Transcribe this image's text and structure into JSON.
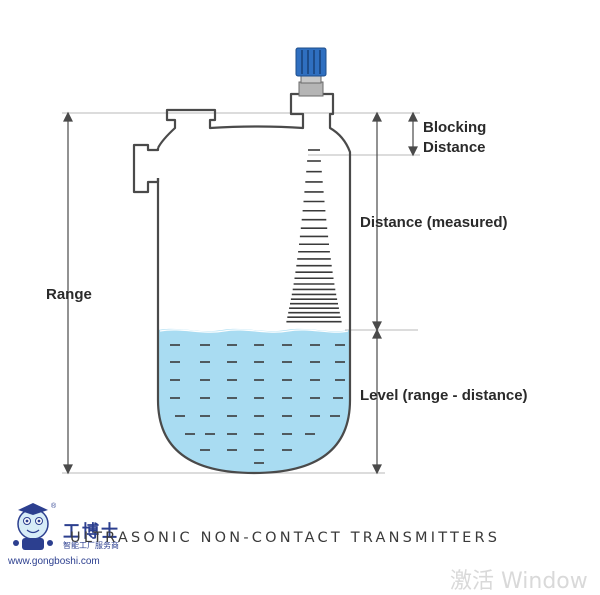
{
  "labels": {
    "range": "Range",
    "blocking_line1": "Blocking",
    "blocking_line2": "Distance",
    "distance_measured": "Distance (measured)",
    "level": "Level (range - distance)"
  },
  "footer": {
    "title": "ULTRASONIC NON-CONTACT TRANSMITTERS"
  },
  "logo": {
    "cn_name": "工博士",
    "cn_sub": "智能工厂服务商",
    "url": "www.gongboshi.com",
    "registered": "®"
  },
  "watermark": {
    "text": "激活 Window"
  },
  "colors": {
    "tank_outline": "#4a4a4a",
    "liquid": "#a9dcf2",
    "liquid_dash": "#3a3a3a",
    "sensor_blue": "#2f6fc0",
    "sensor_grey": "#b5b5b5",
    "logo_blue": "#2c3f8f"
  },
  "icons": {
    "sensor": "ultrasonic-sensor-icon",
    "mascot": "mascot-logo-icon"
  }
}
